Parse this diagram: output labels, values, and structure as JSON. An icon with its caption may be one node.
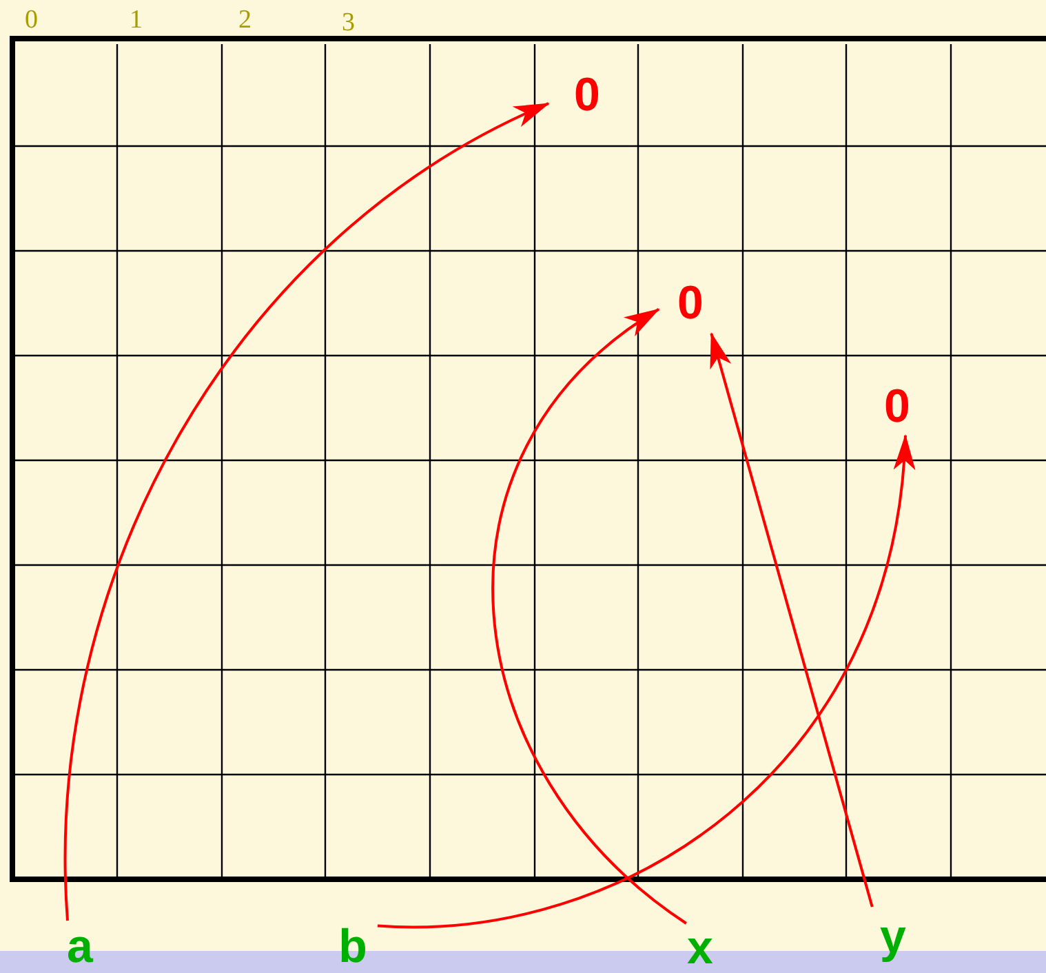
{
  "diagram": {
    "nodes": [
      {
        "text": [
          "0"
        ]
      },
      {
        "text": [
          "0"
        ]
      },
      {
        "text": [
          "0"
        ]
      },
      {
        "text": [
          "a"
        ]
      },
      {
        "text": [
          "b"
        ]
      },
      {
        "text": [
          "x"
        ]
      },
      {
        "text": [
          "y"
        ]
      }
    ],
    "edges": [
      {
        "from": 3,
        "to": 0,
        "arrow": "to"
      },
      {
        "from": 5,
        "to": 1,
        "arrow": "to"
      },
      {
        "from": 6,
        "to": 1,
        "arrow": "to"
      },
      {
        "from": 4,
        "to": 2,
        "arrow": "to"
      }
    ],
    "labels": [
      "0",
      "1",
      "2",
      "3"
    ]
  }
}
